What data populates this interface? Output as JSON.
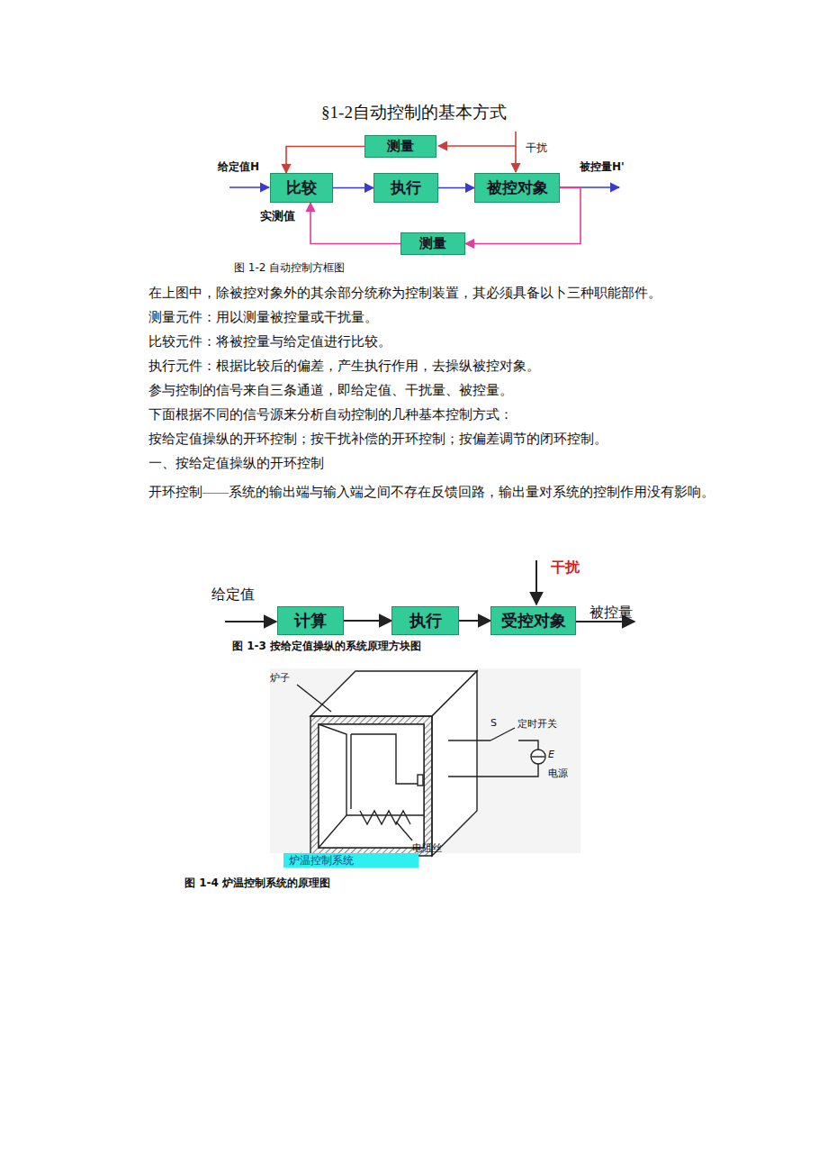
{
  "diagram": {
    "title": "§1-2自动控制的基本方式",
    "nodes": [
      {
        "text": [
          "测量"
        ]
      },
      {
        "text": [
          "比较"
        ]
      },
      {
        "text": [
          "执行"
        ]
      },
      {
        "text": [
          "被控对象"
        ]
      },
      {
        "text": [
          "测量"
        ]
      },
      {
        "text": [
          "计算"
        ]
      },
      {
        "text": [
          "执行"
        ]
      },
      {
        "text": [
          "受控对象"
        ]
      }
    ],
    "edges": [
      {
        "from": 1,
        "to": 2,
        "arrow": "to"
      },
      {
        "from": 2,
        "to": 3,
        "arrow": "to"
      },
      {
        "from": 3,
        "to": 4,
        "arrow": "to"
      },
      {
        "from": 4,
        "to": 1,
        "arrow": "to"
      },
      {
        "from": 0,
        "to": 1,
        "arrow": "to"
      },
      {
        "from": 5,
        "to": 6,
        "arrow": "to"
      },
      {
        "from": 6,
        "to": 7,
        "arrow": "to"
      }
    ],
    "labels": [
      "给定值H",
      "干扰",
      "被控量H'",
      "实测值",
      "图 1-2 自动控制方框图",
      "在上图中，除被控对象外的其余部分统称为控制装置，其必须具备以卜三种职能部件。",
      "测量元件：用以测量被控量或干扰量。",
      "比较元件：将被控量与给定值进行比较。",
      "执行元件：根据比较后的偏差，产生执行作用，去操纵被控对象。",
      "参与控制的信号来自三条通道，即给定值、干扰量、被控量。",
      "下面根据不同的信号源来分析自动控制的几种基本控制方式：",
      "按给定值操纵的开环控制；按干扰补偿的开环控制；按偏差调节的闭环控制。",
      "一、按给定值操纵的开环控制",
      "开环控制——系统的输出端与输入端之间不存在反馈回路，输出量对系统的控制作用没有影响。",
      "干扰",
      "给定值",
      "被控量",
      "图 1-3 按给定值操纵的系统原理方块图",
      "炉子",
      "S",
      "定时开关",
      "E",
      "电源",
      "电阻丝",
      "炉温控制系统",
      "图 1-4 炉温控制系统的原理图"
    ]
  }
}
